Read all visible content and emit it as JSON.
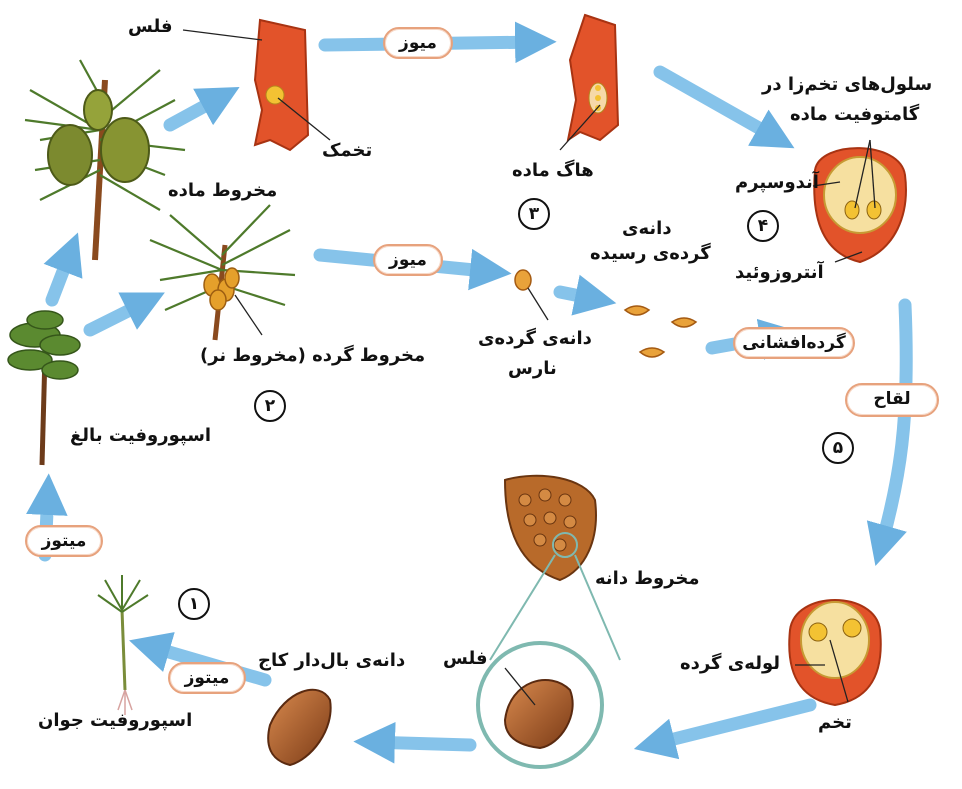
{
  "labels": {
    "scale_top": "فلس",
    "ovule": "تخمک",
    "female_cone": "مخروط ماده",
    "female_spore": "هاگ ماده",
    "egg_cells": "سلول‌های تخم‌زا در",
    "female_gametophyte": "گامتوفیت ماده",
    "endosperm": "آندوسپرم",
    "antherozoid": "آنتروزوئید",
    "mature_pollen_1": "دانه‌ی",
    "mature_pollen_2": "گرده‌ی رسیده",
    "immature_pollen_1": "دانه‌ی گرده‌ی",
    "immature_pollen_2": "نارس",
    "male_cone": "مخروط گرده (مخروط نر)",
    "adult_sporophyte": "اسپوروفیت بالغ",
    "young_sporophyte": "اسپوروفیت جوان",
    "winged_seed": "دانه‌ی بال‌دار کاج",
    "scale_bottom": "فلس",
    "seed_cone": "مخروط دانه",
    "pollen_tube": "لوله‌ی گرده",
    "zygote": "تخم"
  },
  "pills": {
    "meiosis_top": "میوز",
    "meiosis_mid": "میوز",
    "pollination": "گرده‌افشانی",
    "fertilization": "لقاح",
    "mitosis_left": "میتوز",
    "mitosis_bottom": "میتوز"
  },
  "steps": {
    "s1": "۱",
    "s2": "۲",
    "s3": "۳",
    "s4": "۴",
    "s5": "۵"
  },
  "colors": {
    "arrow": "#7fbde6",
    "tissue": "#e2532a",
    "cell": "#f3c233",
    "pill_border": "#e7a27d",
    "pine_green": "#4e7a2b"
  }
}
